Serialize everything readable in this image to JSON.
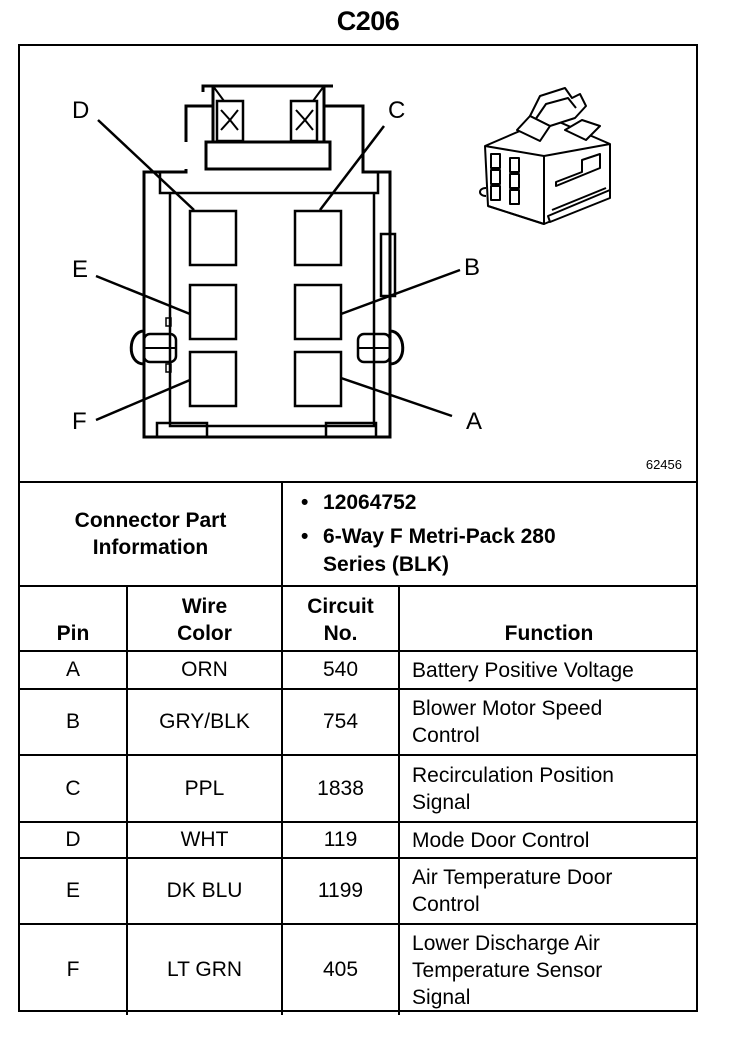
{
  "title": "C206",
  "figure_number": "62456",
  "diagram": {
    "pin_labels": [
      "A",
      "B",
      "C",
      "D",
      "E",
      "F"
    ],
    "icons": [
      "connector-face-view-drawing",
      "connector-isometric-drawing"
    ]
  },
  "connector_info": {
    "label": "Connector Part Information",
    "bullet": "•",
    "items": [
      "12064752",
      "6-Way F Metri-Pack 280 Series (BLK)"
    ]
  },
  "table": {
    "headers": {
      "pin": "Pin",
      "wire_color": "Wire Color",
      "circuit_no": "Circuit No.",
      "function": "Function"
    },
    "rows": [
      {
        "pin": "A",
        "wire_color": "ORN",
        "circuit_no": "540",
        "function": "Battery Positive Voltage"
      },
      {
        "pin": "B",
        "wire_color": "GRY/BLK",
        "circuit_no": "754",
        "function": "Blower Motor Speed Control"
      },
      {
        "pin": "C",
        "wire_color": "PPL",
        "circuit_no": "1838",
        "function": "Recirculation Position Signal"
      },
      {
        "pin": "D",
        "wire_color": "WHT",
        "circuit_no": "119",
        "function": "Mode Door Control"
      },
      {
        "pin": "E",
        "wire_color": "DK BLU",
        "circuit_no": "1199",
        "function": "Air Temperature Door Control"
      },
      {
        "pin": "F",
        "wire_color": "LT GRN",
        "circuit_no": "405",
        "function": "Lower Discharge Air Temperature Sensor Signal"
      }
    ]
  }
}
